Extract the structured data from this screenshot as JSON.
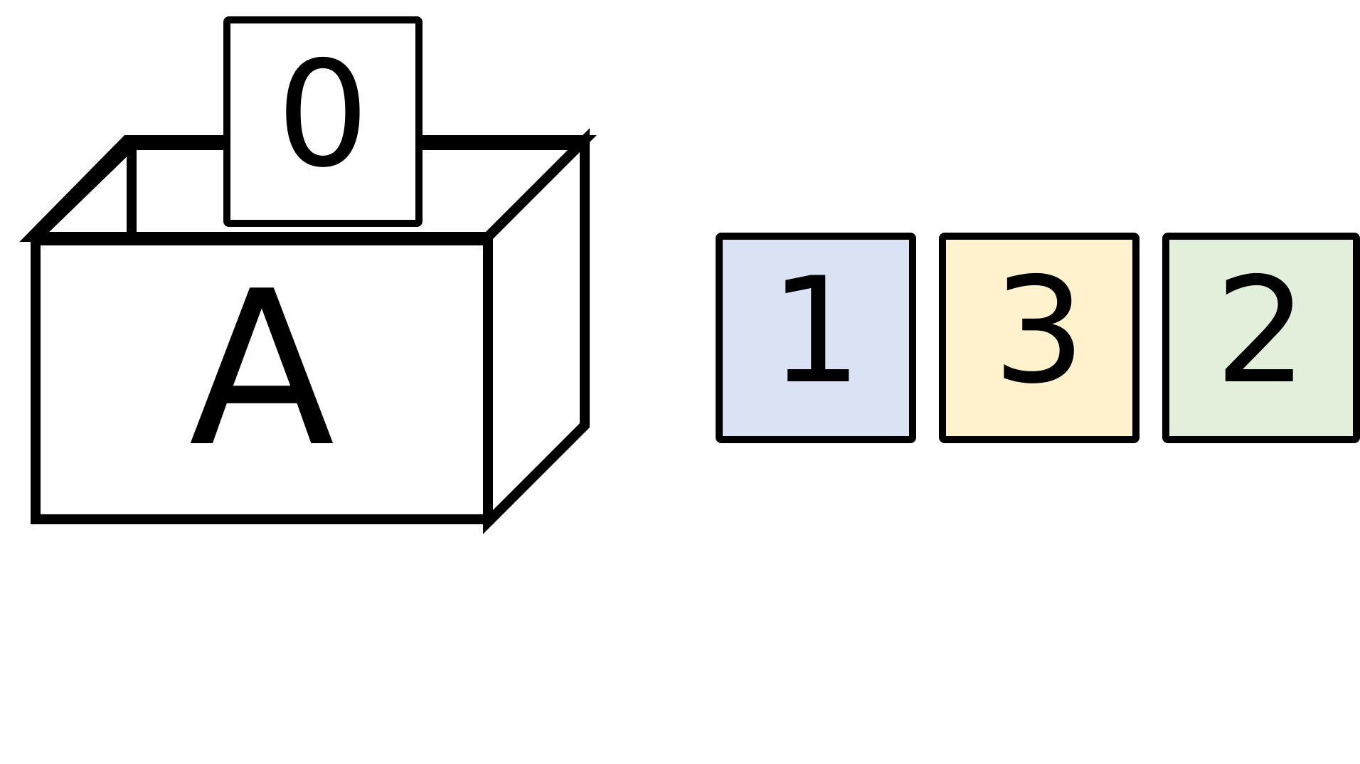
{
  "box": {
    "label": "A",
    "fill_color": "#ffffff",
    "stroke_color": "#000000"
  },
  "inserted_card": {
    "label": "0",
    "fill_color": "#ffffff"
  },
  "cards": [
    {
      "label": "1",
      "fill_color": "#dae3f3"
    },
    {
      "label": "3",
      "fill_color": "#fff2cc"
    },
    {
      "label": "2",
      "fill_color": "#e2efda"
    }
  ]
}
